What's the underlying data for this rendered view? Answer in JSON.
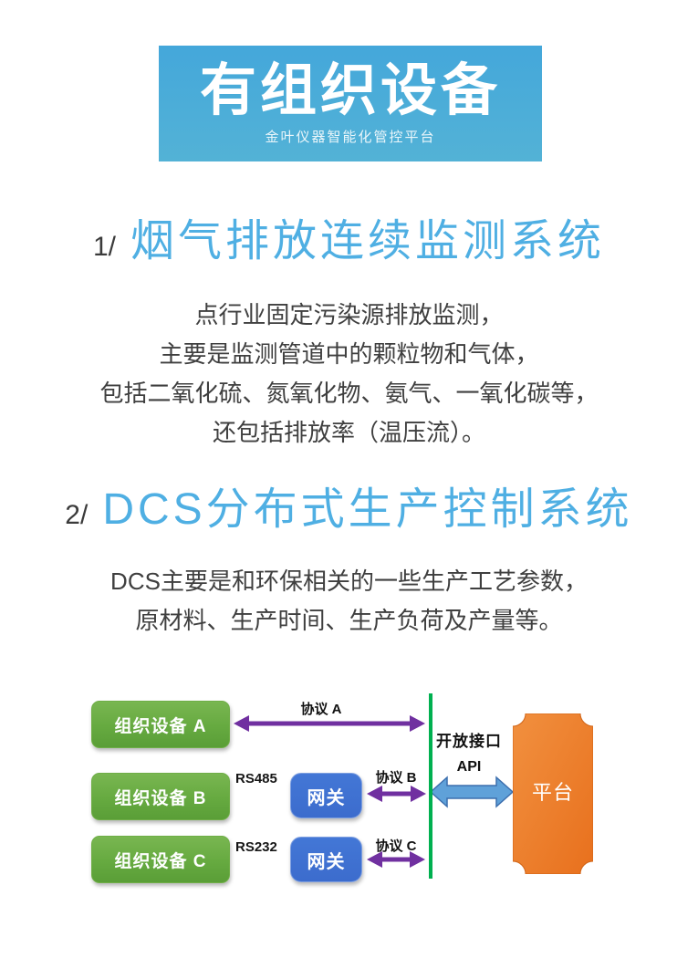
{
  "banner": {
    "title": "有组织设备",
    "subtitle": "金叶仪器智能化管控平台"
  },
  "sections": [
    {
      "number": "1/",
      "title": "烟气排放连续监测系统",
      "body_lines": [
        "点行业固定污染源排放监测，",
        "主要是监测管道中的颗粒物和气体，",
        "包括二氧化硫、氮氧化物、氨气、一氧化碳等，",
        "还包括排放率（温压流）。"
      ]
    },
    {
      "number": "2/",
      "title": "DCS分布式生产控制系统",
      "body_lines": [
        "DCS主要是和环保相关的一些生产工艺参数，",
        "原材料、生产时间、生产负荷及产量等。"
      ]
    }
  ],
  "diagram": {
    "devices": [
      {
        "label": "组织设备 A"
      },
      {
        "label": "组织设备 B"
      },
      {
        "label": "组织设备 C"
      }
    ],
    "gateways": [
      {
        "label": "网关"
      },
      {
        "label": "网关"
      }
    ],
    "protocols": [
      {
        "label": "协议 A"
      },
      {
        "label": "协议 B"
      },
      {
        "label": "协议 C"
      }
    ],
    "serial_labels": [
      "RS485",
      "RS232"
    ],
    "interface_label": "开放接口",
    "api_label": "API",
    "platform_label": "平台",
    "colors": {
      "banner_blue": "#4aabd8",
      "heading_blue": "#4fafe3",
      "device_green": "#66aa40",
      "gateway_blue": "#3c6ccd",
      "protocol_purple": "#7030a0",
      "interface_line_green": "#00b050",
      "api_arrow_blue": "#5fa1d9",
      "platform_orange": "#ed7d31"
    }
  }
}
